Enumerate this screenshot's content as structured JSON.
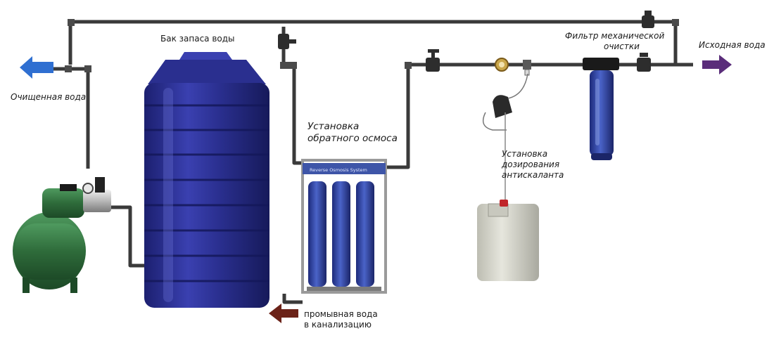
{
  "labels": {
    "tank": "Бак запаса воды",
    "purified_water": "Очищенная вода",
    "ro_unit_line1": "Установка",
    "ro_unit_line2": "обратного осмоса",
    "mech_filter_line1": "Фильтр механической",
    "mech_filter_line2": "очистки",
    "source_water": "Исходная вода",
    "dosing_line1": "Установка",
    "dosing_line2": "дозирования",
    "dosing_line3": "антискаланта",
    "drain_line1": "промывная вода",
    "drain_line2": "в канализацию"
  },
  "ro_brand": "Reverse Osmosis System",
  "colors": {
    "pipe": "#3a3a3a",
    "tank": "#2a2f8f",
    "arrow_out": "#2f6fd1",
    "arrow_in": "#5a2d7a",
    "arrow_drain": "#6b2218",
    "pump": "#2e6b3a",
    "filter_housing": "#2c3e9c",
    "canister": "#d8d8cf"
  }
}
